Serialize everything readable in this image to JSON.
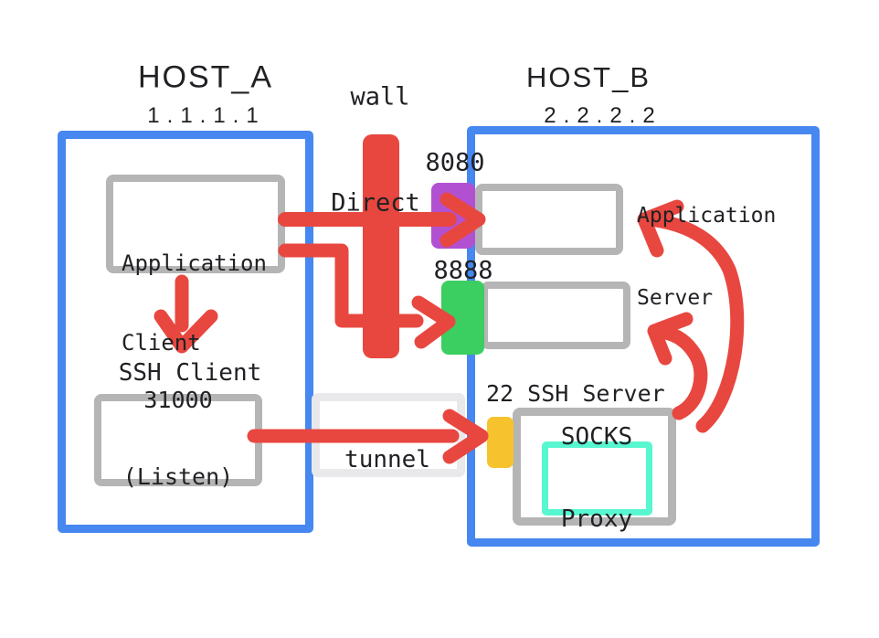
{
  "colors": {
    "red": "#e8473f",
    "blue": "#4687f0",
    "purple": "#b250d2",
    "green": "#3bce61",
    "yellow": "#f6c32e",
    "teal": "#58f7cf",
    "box_gray": "#b5b5b5",
    "tunnel_gray": "#e9e9eb",
    "text": "#202124"
  },
  "host_a": {
    "title": "HOST_A",
    "ip": "1.1.1.1",
    "app_client": {
      "line1": "Application",
      "line2": "Client"
    },
    "ssh_client_label": "SSH Client",
    "listen_box": {
      "line1": "31000",
      "line2": "(Listen)"
    }
  },
  "middle": {
    "wall_label": "wall",
    "direct_label": "Direct",
    "tunnel_label": "tunnel"
  },
  "host_b": {
    "title": "HOST_B",
    "ip": "2.2.2.2",
    "port_8080": "8080",
    "port_8888": "8888",
    "ssh_server_label": "22 SSH Server",
    "app_server": {
      "line1": "Application",
      "line2": "Server"
    },
    "socks_proxy": {
      "line1": "SOCKS",
      "line2": "Proxy"
    }
  }
}
